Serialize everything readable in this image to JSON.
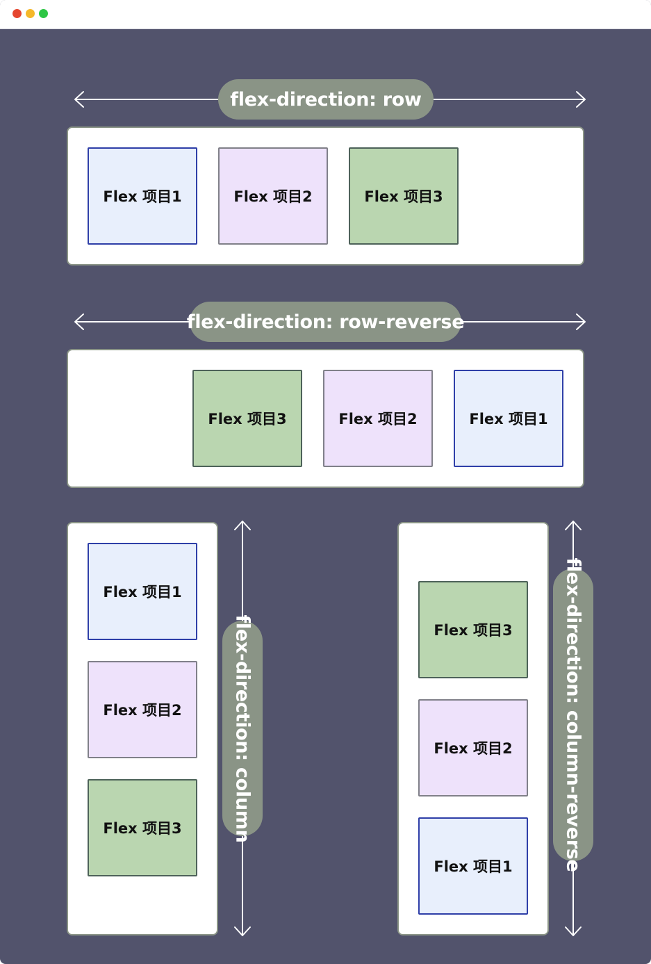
{
  "window": {
    "controls": {
      "close_color": "#e5462f",
      "minimize_color": "#f5b82a",
      "maximize_color": "#2ec645"
    }
  },
  "colors": {
    "background": "#52536c",
    "pill": "#8a9486",
    "item1_fill": "#e8effc",
    "item1_border": "#2f3fa8",
    "item2_fill": "#eee2fb",
    "item2_border": "#808089",
    "item3_fill": "#bad6b0",
    "item3_border": "#4d6259"
  },
  "items": {
    "item1": "Flex 项目1",
    "item2": "Flex 项目2",
    "item3": "Flex 项目3"
  },
  "sections": {
    "row": {
      "label": "flex-direction: row",
      "order": [
        "item1",
        "item2",
        "item3"
      ]
    },
    "row_reverse": {
      "label": "flex-direction: row-reverse",
      "order": [
        "item3",
        "item2",
        "item1"
      ]
    },
    "column": {
      "label": "flex-direction: column",
      "order": [
        "item1",
        "item2",
        "item3"
      ]
    },
    "column_reverse": {
      "label": "flex-direction: column-reverse",
      "order": [
        "item3",
        "item2",
        "item1"
      ]
    }
  }
}
